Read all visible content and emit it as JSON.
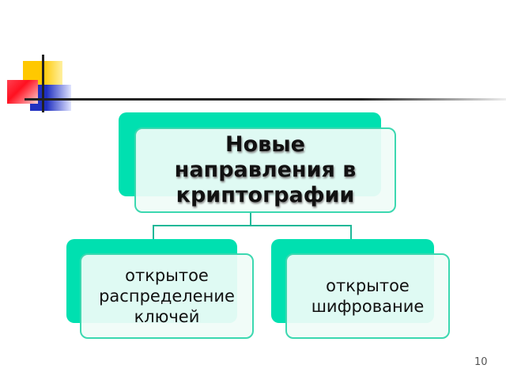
{
  "root": {
    "label": "Новые направления в криптографии"
  },
  "children": [
    {
      "label": "открытое распределение ключей"
    },
    {
      "label": "открытое шифрование"
    }
  ],
  "page_number": "10",
  "colors": {
    "box_fill": "#00e0b0",
    "box_border": "#3cd8b0"
  }
}
